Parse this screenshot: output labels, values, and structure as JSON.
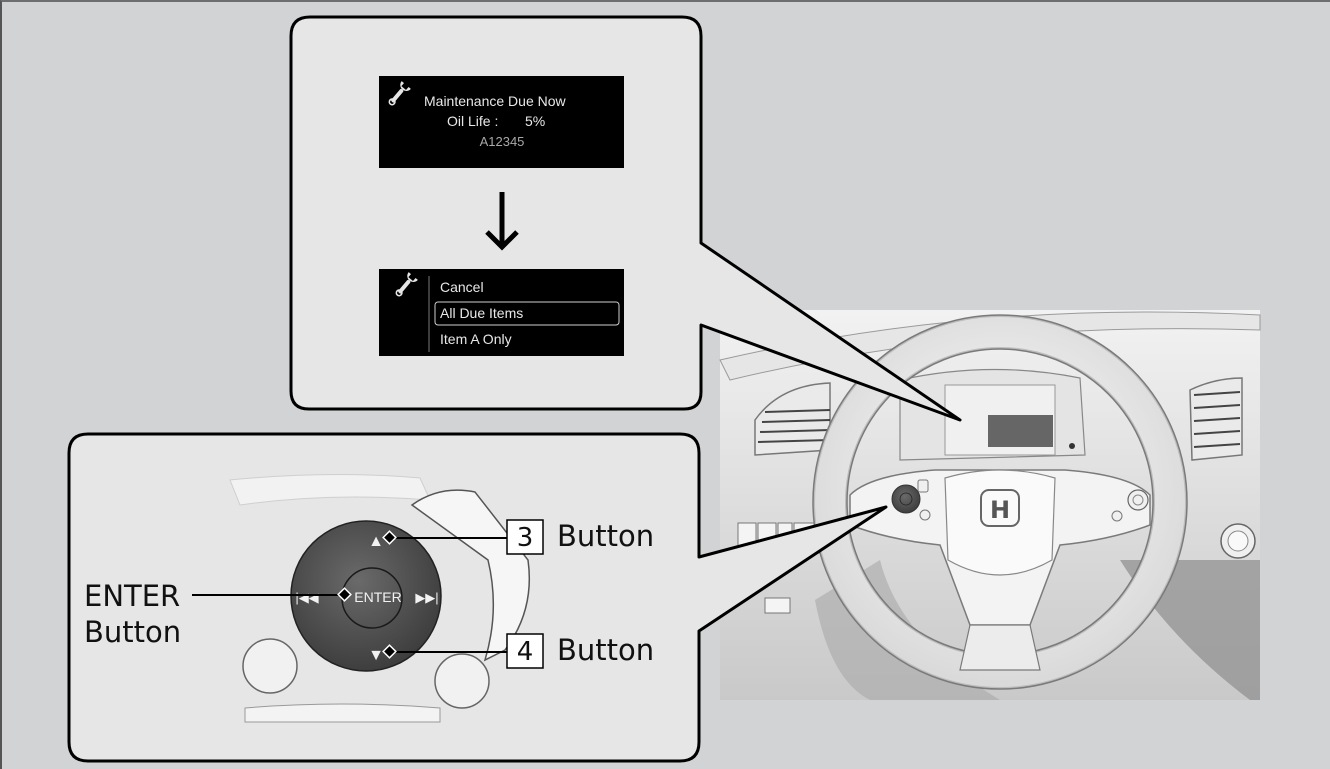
{
  "display_before": {
    "icon": "wrench-icon",
    "line1": "Maintenance Due Now",
    "line2_label": "Oil Life :",
    "line2_value": "5%",
    "code": "A12345"
  },
  "transition_arrow": "down-arrow",
  "display_after": {
    "icon": "wrench-icon",
    "menu_items": [
      {
        "label": "Cancel",
        "selected": false
      },
      {
        "label": "All Due Items",
        "selected": true
      },
      {
        "label": "Item A Only",
        "selected": false
      }
    ]
  },
  "controls": {
    "center_label": "ENTER",
    "up_symbol": "▲",
    "down_symbol": "▼",
    "prev_symbol": "|◀◀",
    "next_symbol": "▶▶|"
  },
  "callouts": {
    "enter_line1": "ENTER",
    "enter_line2": "Button",
    "up_key": "3",
    "up_label": "Button",
    "down_key": "4",
    "down_label": "Button"
  },
  "vehicle": {
    "emblem": "H"
  }
}
